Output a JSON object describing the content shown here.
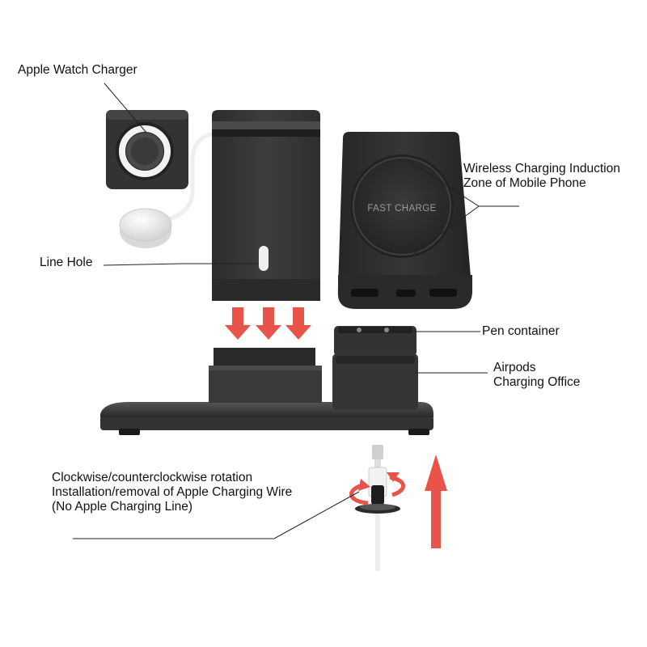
{
  "labels": {
    "watch_charger": "Apple Watch Charger",
    "wireless_zone_line1": "Wireless Charging Induction",
    "wireless_zone_line2": "Zone of Mobile Phone",
    "line_hole": "Line Hole",
    "pen_container": "Pen container",
    "airpods_line1": "Airpods",
    "airpods_line2": "Charging Office",
    "rotation_line1": "Clockwise/counterclockwise rotation",
    "rotation_line2": "Installation/removal of Apple Charging Wire",
    "rotation_line3": "(No Apple Charging Line)"
  },
  "pad_text": "FAST CHARGE",
  "colors": {
    "product": "#3a3a3a",
    "product_dark": "#222222",
    "product_light": "#555555",
    "arrow": "#e8534a",
    "text": "#111111",
    "leader": "#222222"
  },
  "icons": [
    "down-arrow-icon",
    "up-arrow-icon",
    "rotation-arrow-icon"
  ]
}
